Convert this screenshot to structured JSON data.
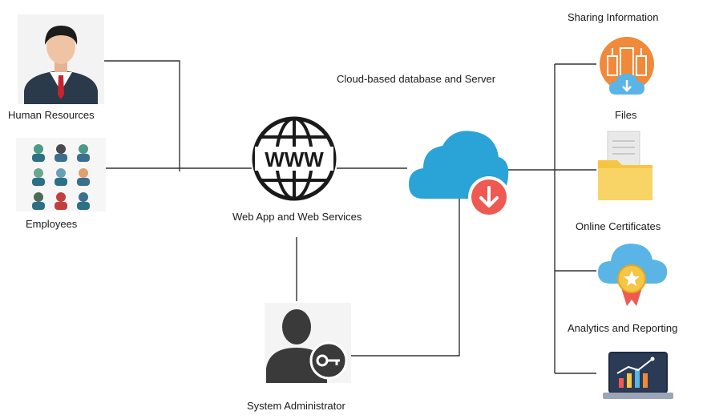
{
  "labels": {
    "human_resources": "Human Resources",
    "employees": "Employees",
    "web_app": "Web App and Web Services",
    "www": "WWW",
    "cloud_db": "Cloud-based database and Server",
    "system_admin": "System Administrator",
    "sharing_info": "Sharing Information",
    "files": "Files",
    "online_certificates": "Online Certificates",
    "analytics": "Analytics and Reporting"
  },
  "icons": {
    "hr": "person-icon",
    "employees": "people-grid-icon",
    "web": "globe-www-icon",
    "cloud": "cloud-download-icon",
    "admin": "user-key-icon",
    "sharing": "cloud-sharing-icon",
    "files": "folder-icon",
    "certificates": "cloud-certificate-icon",
    "analytics": "laptop-chart-icon"
  },
  "colors": {
    "cloud_blue": "#2aa3d6",
    "download_red": "#ee5a52",
    "sharing_orange": "#f08a3a",
    "folder_yellow": "#f6c544",
    "line": "#333333"
  }
}
